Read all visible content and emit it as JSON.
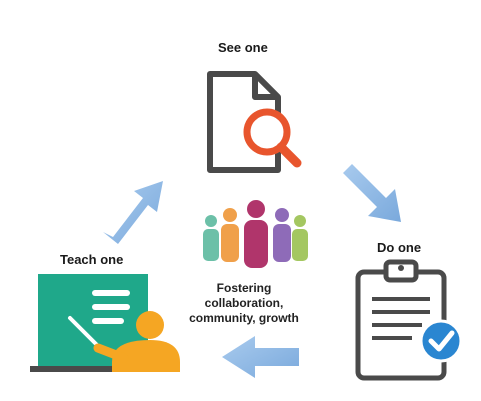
{
  "nodes": {
    "see": {
      "label": "See one",
      "icon": "document-search-icon"
    },
    "do": {
      "label": "Do one",
      "icon": "clipboard-check-icon"
    },
    "teach": {
      "label": "Teach one",
      "icon": "teacher-board-icon"
    }
  },
  "center": {
    "icon": "people-group-icon",
    "lines": [
      "Fostering",
      "collaboration,",
      "community, growth"
    ]
  },
  "colors": {
    "arrow": "#8fb8e3",
    "search_orange": "#e8552d",
    "board_green": "#1fa88a",
    "person_orange": "#f5a623",
    "check_blue": "#2a86d1",
    "outline_gray": "#4a4a4a"
  }
}
